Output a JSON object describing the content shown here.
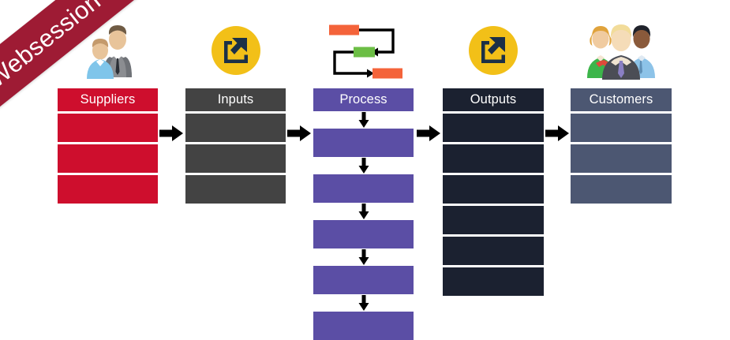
{
  "diagram": {
    "type": "SIPOC process map",
    "ribbon": {
      "label": "Websession",
      "color": "#9e1b34",
      "text_color": "#ffffff"
    },
    "background": "#ffffff",
    "arrow_color": "#000000",
    "columns": [
      {
        "key": "suppliers",
        "header": "Suppliers",
        "color": "#ce0e2d",
        "header_text_color": "#ffffff",
        "cell_count": 3,
        "cells": [
          "",
          "",
          ""
        ],
        "icon": "businessperson-icon"
      },
      {
        "key": "inputs",
        "header": "Inputs",
        "color": "#434343",
        "header_text_color": "#ffffff",
        "cell_count": 3,
        "cells": [
          "",
          "",
          ""
        ],
        "icon": "import-arrow-icon"
      },
      {
        "key": "process",
        "header": "Process",
        "color": "#5b4ea5",
        "header_text_color": "#ffffff",
        "cell_count": 5,
        "cells": [
          "",
          "",
          "",
          "",
          ""
        ],
        "icon": "flowchart-icon"
      },
      {
        "key": "outputs",
        "header": "Outputs",
        "color": "#1b2130",
        "header_text_color": "#ffffff",
        "cell_count": 6,
        "cells": [
          "",
          "",
          "",
          "",
          "",
          ""
        ],
        "icon": "export-arrow-icon"
      },
      {
        "key": "customers",
        "header": "Customers",
        "color": "#4c5772",
        "header_text_color": "#ffffff",
        "cell_count": 3,
        "cells": [
          "",
          "",
          ""
        ],
        "icon": "customers-group-icon"
      }
    ],
    "connector_arrows": [
      {
        "from": "suppliers",
        "to": "inputs",
        "direction": "right"
      },
      {
        "from": "inputs",
        "to": "process",
        "direction": "right"
      },
      {
        "from": "process",
        "to": "outputs",
        "direction": "right"
      },
      {
        "from": "outputs",
        "to": "customers",
        "direction": "right"
      }
    ],
    "process_flow_arrows": {
      "count": 5,
      "direction": "down"
    },
    "icon_palette": {
      "circle_background": "#f2c018",
      "circle_glyph": "#1b3047",
      "flow_start_box": "#f4633a",
      "flow_middle_box": "#6cbe45",
      "flow_end_box": "#f4633a",
      "flow_line": "#000000"
    }
  }
}
